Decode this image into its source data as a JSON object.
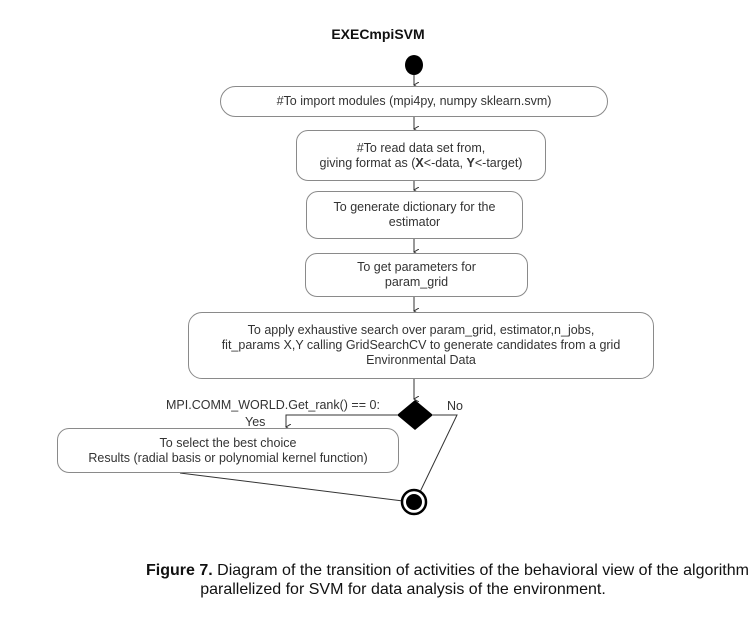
{
  "diagram": {
    "title": "EXECmpiSVM",
    "nodes": {
      "import_modules": {
        "text": "#To import modules (mpi4py, numpy sklearn.svm)"
      },
      "read_data": {
        "line1": "#To read data set from,",
        "line2_pre": "giving format as (",
        "line2_x": "X",
        "line2_mid": "<-data, ",
        "line2_y": "Y",
        "line2_post": "<-target)"
      },
      "generate_dictionary": {
        "line1": "To generate dictionary for the",
        "line2": "estimator"
      },
      "get_parameters": {
        "line1": "To get parameters for",
        "line2": "param_grid"
      },
      "apply_search": {
        "line1": "To apply exhaustive search over param_grid, estimator,n_jobs,",
        "line2": "fit_params X,Y calling GridSearchCV to generate candidates from a grid",
        "line3": "Environmental Data"
      },
      "select_best": {
        "line1": "To select the best choice",
        "line2": "Results (radial basis or polynomial kernel function)"
      }
    },
    "decision": {
      "condition": "MPI.COMM_WORLD.Get_rank() == 0:",
      "yes_label": "Yes",
      "no_label": "No"
    },
    "start_node": "initial-node",
    "end_node": "final-node"
  },
  "caption": {
    "figure_label": "Figure 7.",
    "line1": " Diagram of the transition of activities of the behavioral view of the algorithm",
    "line2": "parallelized for SVM for data analysis of the environment."
  },
  "colors": {
    "node_border": "#8a8a8a",
    "fill_black": "#000000",
    "edge": "#333333"
  }
}
